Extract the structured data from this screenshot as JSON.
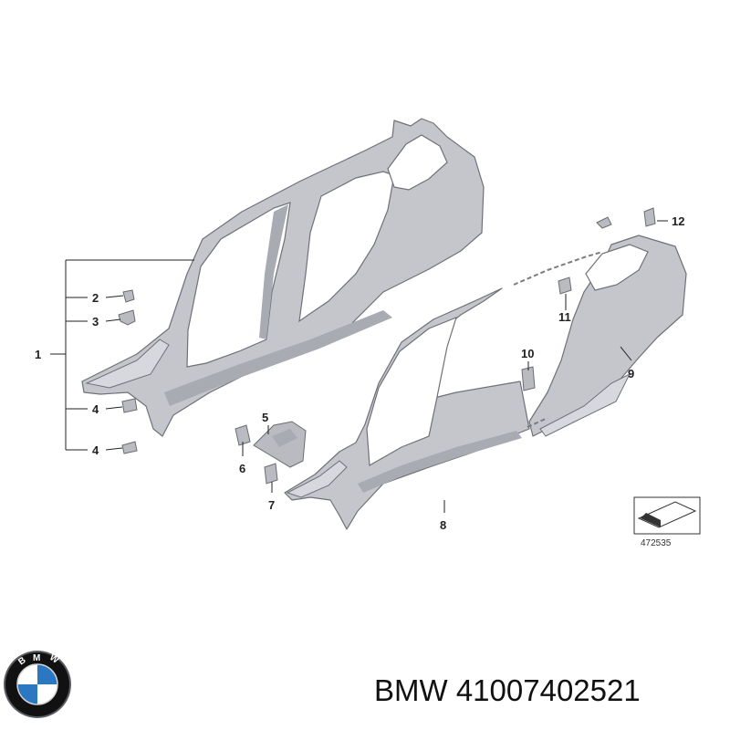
{
  "callouts": {
    "c1": "1",
    "c2": "2",
    "c3": "3",
    "c4a": "4",
    "c4b": "4",
    "c5": "5",
    "c6": "6",
    "c7": "7",
    "c8": "8",
    "c9": "9",
    "c10": "10",
    "c11": "11",
    "c12": "12"
  },
  "reference_number": "472535",
  "brand": "BMW",
  "part_number": "41007402521",
  "logo": {
    "brand": "BMW",
    "icon": "bmw-roundel-icon",
    "colors": {
      "blue": "#2b77c2",
      "black": "#111111",
      "white": "#ffffff"
    }
  },
  "colors": {
    "panel": "#c4c6cc",
    "outline": "#6f7178",
    "text": "#222222"
  }
}
